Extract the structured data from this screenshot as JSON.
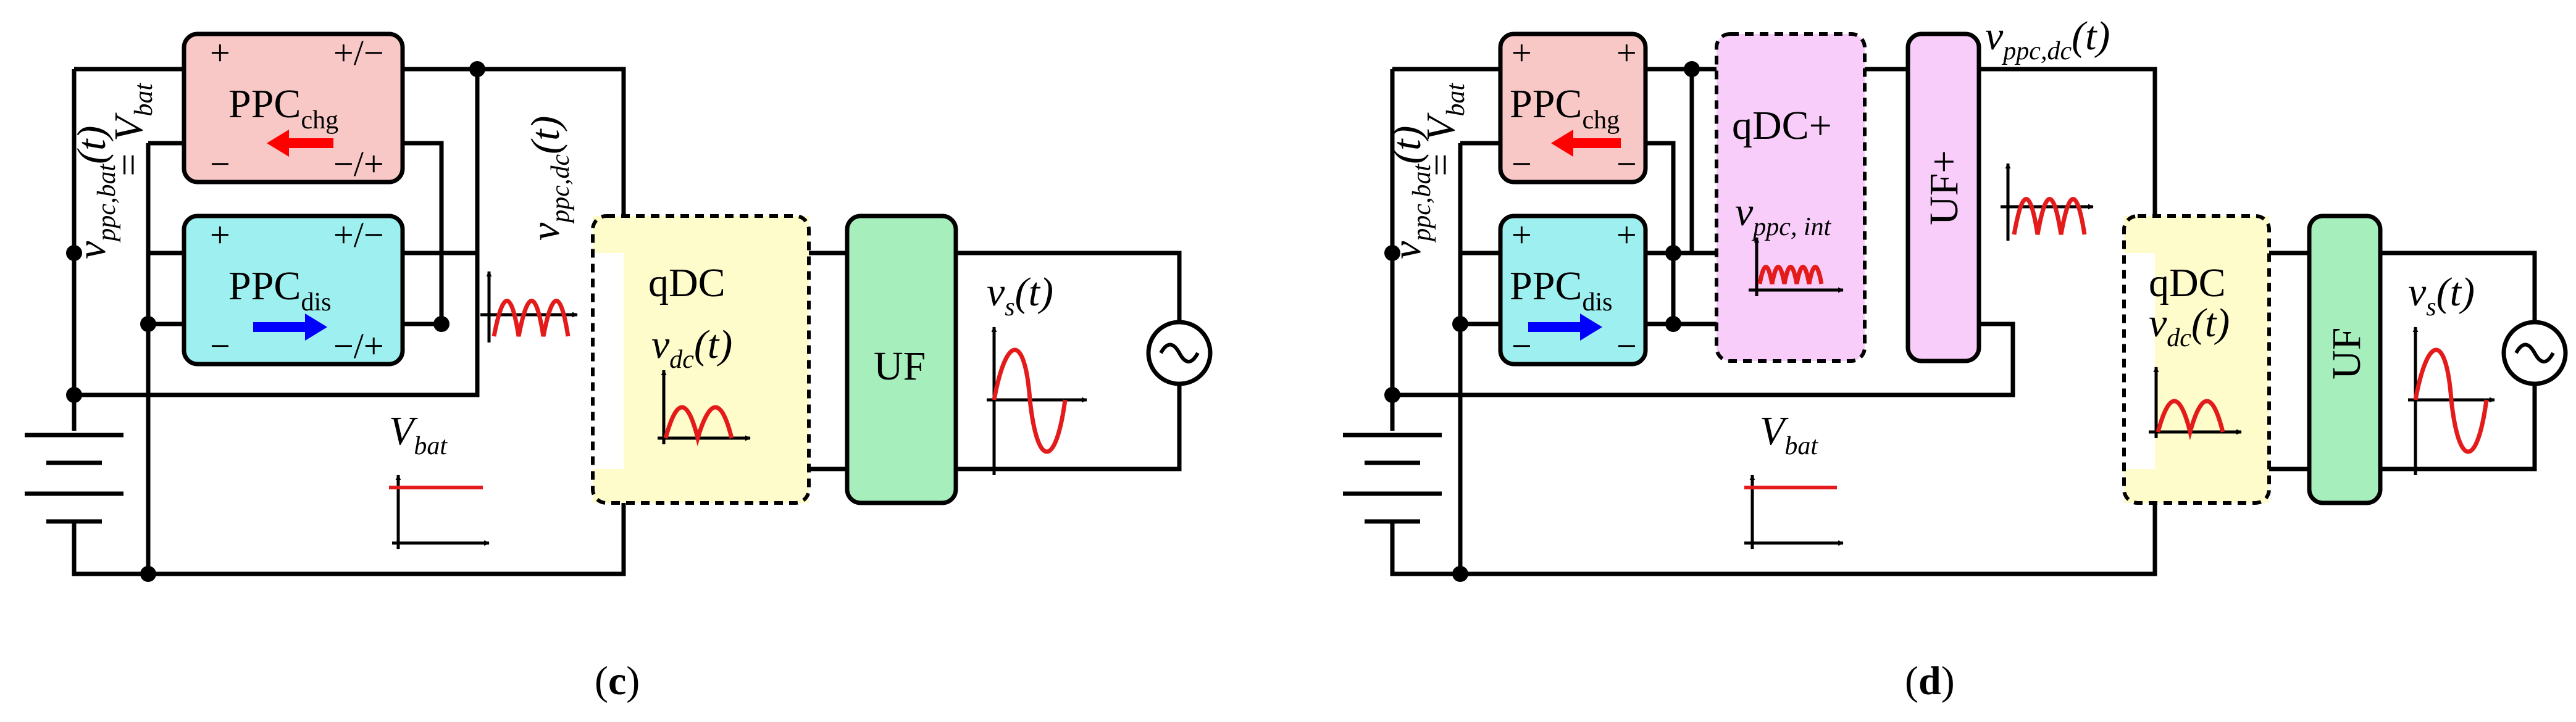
{
  "colors": {
    "ppc_chg_fill": "#f8c8c6",
    "ppc_dis_fill": "#9ef0f0",
    "qdc_fill": "#fefccb",
    "uf_fill": "#a6efbd",
    "qdc_plus_fill": "#f8cdfa",
    "uf_plus_fill": "#f8cdfa",
    "waveform": "#e41b1b",
    "arrow_chg": "#ff0000",
    "arrow_dis": "#0000ff",
    "wire": "#000000"
  },
  "panel_c": {
    "caption": "(c)",
    "ppc_chg": {
      "name": "PPC",
      "sub": "chg",
      "signs": [
        "+",
        "+/−",
        "−",
        "−/+"
      ]
    },
    "ppc_dis": {
      "name": "PPC",
      "sub": "dis",
      "signs": [
        "+",
        "+/−",
        "−",
        "−/+"
      ]
    },
    "qdc": {
      "name": "qDC",
      "v": "v",
      "v_sub": "dc",
      "v_arg": "(t)"
    },
    "uf": {
      "name": "UF"
    },
    "v_ppc_bat": {
      "v": "v",
      "sub": "ppc,bat",
      "arg": "(t)",
      "eq": "= ",
      "vb": "V",
      "vb_sub": "bat"
    },
    "v_ppc_dc": {
      "v": "v",
      "sub": "ppc,dc",
      "arg": "(t)"
    },
    "v_bat": {
      "v": "V",
      "sub": "bat"
    },
    "v_s": {
      "v": "v",
      "sub": "s",
      "arg": "(t)"
    }
  },
  "panel_d": {
    "caption": "(d)",
    "ppc_chg": {
      "name": "PPC",
      "sub": "chg",
      "signs": [
        "+",
        "+",
        "−",
        "−"
      ]
    },
    "ppc_dis": {
      "name": "PPC",
      "sub": "dis",
      "signs": [
        "+",
        "+",
        "−",
        "−"
      ]
    },
    "qdc_plus": {
      "name": "qDC+",
      "v": "v",
      "v_sub": "ppc, int"
    },
    "uf_plus": {
      "name": "UF+"
    },
    "qdc": {
      "name": "qDC",
      "v": "v",
      "v_sub": "dc",
      "v_arg": "(t)"
    },
    "uf": {
      "name": "UF"
    },
    "v_ppc_bat": {
      "v": "v",
      "sub": "ppc,bat",
      "arg": "(t)",
      "eq": "= ",
      "vb": "V",
      "vb_sub": "bat"
    },
    "v_ppc_dc": {
      "v": "v",
      "sub": "ppc,dc",
      "arg": "(t)"
    },
    "v_bat": {
      "v": "V",
      "sub": "bat"
    },
    "v_s": {
      "v": "v",
      "sub": "s",
      "arg": "(t)"
    }
  }
}
